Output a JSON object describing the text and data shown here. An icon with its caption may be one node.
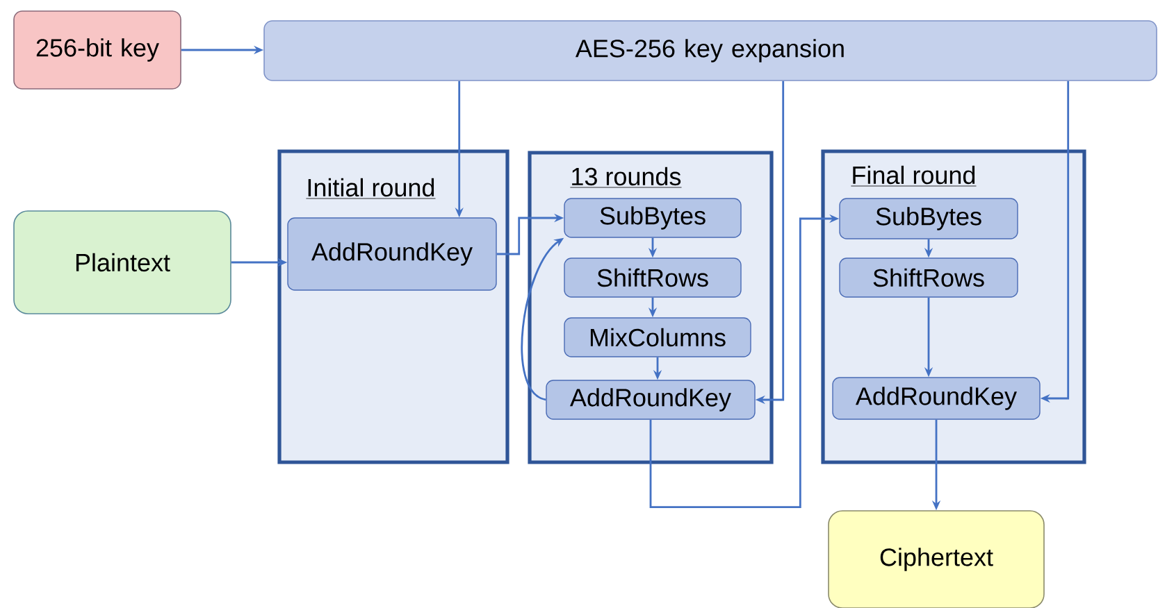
{
  "diagram": {
    "nodes": [
      {
        "text": [
          "256-bit key"
        ]
      },
      {
        "text": [
          "AES-256 key expansion"
        ]
      },
      {
        "text": [
          "Initial round"
        ]
      },
      {
        "text": [
          "13 rounds"
        ]
      },
      {
        "text": [
          "Final round"
        ]
      },
      {
        "text": [
          "Plaintext"
        ]
      },
      {
        "text": [
          "AddRoundKey"
        ],
        "in": 2
      },
      {
        "text": [
          "SubBytes"
        ],
        "in": 3
      },
      {
        "text": [
          "ShiftRows"
        ],
        "in": 3
      },
      {
        "text": [
          "MixColumns"
        ],
        "in": 3
      },
      {
        "text": [
          "AddRoundKey"
        ],
        "in": 3
      },
      {
        "text": [
          "SubBytes"
        ],
        "in": 4
      },
      {
        "text": [
          "ShiftRows"
        ],
        "in": 4
      },
      {
        "text": [
          "AddRoundKey"
        ],
        "in": 4
      },
      {
        "text": [
          "Ciphertext"
        ]
      }
    ],
    "edges": [
      {
        "from": 0,
        "to": 1,
        "arrow": "to"
      },
      {
        "from": 1,
        "to": 6,
        "arrow": "to"
      },
      {
        "from": 5,
        "to": 6,
        "arrow": "to"
      },
      {
        "from": 6,
        "to": 7,
        "arrow": "to"
      },
      {
        "from": 7,
        "to": 8,
        "arrow": "to"
      },
      {
        "from": 8,
        "to": 9,
        "arrow": "to"
      },
      {
        "from": 9,
        "to": 10,
        "arrow": "to"
      },
      {
        "from": 10,
        "to": 7,
        "arrow": "to"
      },
      {
        "from": 1,
        "to": 10,
        "arrow": "to"
      },
      {
        "from": 10,
        "to": 11,
        "arrow": "to"
      },
      {
        "from": 11,
        "to": 12,
        "arrow": "to"
      },
      {
        "from": 12,
        "to": 13,
        "arrow": "to"
      },
      {
        "from": 1,
        "to": 13,
        "arrow": "to"
      },
      {
        "from": 13,
        "to": 14,
        "arrow": "to"
      }
    ]
  }
}
